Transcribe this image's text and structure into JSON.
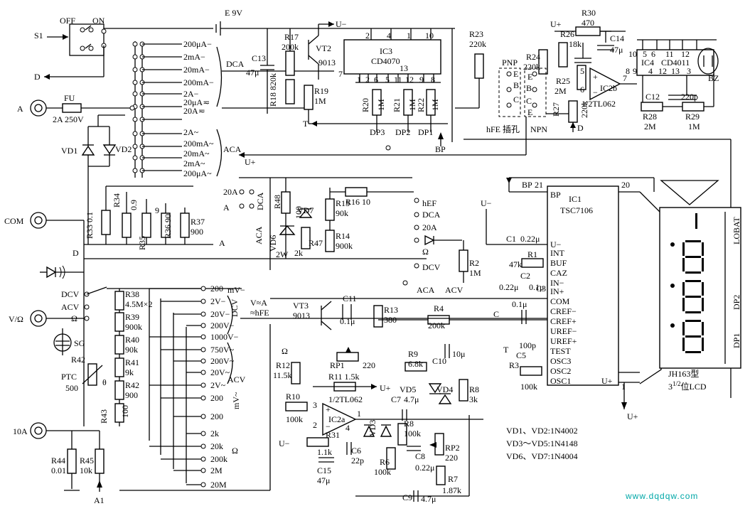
{
  "switches": {
    "s1": "S1",
    "off": "OFF",
    "on": "ON"
  },
  "battery": {
    "label": "E  9V"
  },
  "supply": {
    "u_minus": "U−",
    "u_plus": "U+"
  },
  "function_labels": {
    "d": "D",
    "dca": "DCA",
    "aca": "ACA",
    "dcv": "DCV",
    "acv": "ACV",
    "ohm": "Ω",
    "twenty_a": "20A",
    "a": "A",
    "hfe": "hEF",
    "v_a_hfe": "V≈A",
    "hfe_short": "≈hFE",
    "mv": "mV~"
  },
  "dca_ranges": [
    "200μA−",
    "2mA−",
    "20mA−",
    "200mA−",
    "2A−",
    "20μA≂",
    "20A≂"
  ],
  "aca_ranges": [
    "2A~",
    "200mA~",
    "20mA~",
    "2mA~",
    "200μA~"
  ],
  "volt_ranges": [
    "200",
    "2V−",
    "20V−",
    "200V−",
    "1000V−",
    "750V~",
    "200V~",
    "20V~",
    "2V~",
    "200",
    "200",
    "2k",
    "20k",
    "200k",
    "2M",
    "20M"
  ],
  "range_side_labels": {
    "mv_minus": "mV−",
    "dcv": "DCV",
    "acv": "ACV",
    "mv_ac": "mV~",
    "ohm_side": "Ω"
  },
  "terminals": {
    "a": "A",
    "com": "COM",
    "v_ohm": "V/Ω",
    "ten_a": "10A",
    "a1": "A1",
    "dcv": "DCV",
    "acv": "ACV",
    "ohm": "Ω"
  },
  "fuse": {
    "name": "FU",
    "rating": "2A  250V"
  },
  "components": {
    "vd1": "VD1",
    "vd2": "VD2",
    "vd6": "VD6",
    "vd7": "VD7",
    "vd3": "VD3",
    "vd4": "VD4",
    "vd5": "VD5",
    "r33": "R33  0.1",
    "r34": "R34",
    "r34v": "0.9",
    "r35": "R35",
    "r35v": "9",
    "r36": "R36  90",
    "r37": "R37",
    "r37v": "900",
    "r38": "R38",
    "r38v": "4.5M×2",
    "r39": "R39",
    "r39v": "900k",
    "r40": "R40",
    "r40v": "90k",
    "r41": "R41",
    "r41v": "9k",
    "r42": "R42",
    "r42v": "900",
    "r43": "R43",
    "r43v": "100",
    "r44": "R44",
    "r44v": "0.01",
    "r45": "R45",
    "r45v": "10k",
    "r48": "R48",
    "r48v": "100",
    "r47": "R47",
    "r47v": "2k",
    "vd6_2w": "2W",
    "r15": "R15",
    "r15v": "90k",
    "r16": "R16  10",
    "r14": "R14",
    "r14v": "900k",
    "r2": "R2",
    "r2v": "1M",
    "r17": "R17",
    "r17v": "200k",
    "r18": "R18  820k",
    "r19": "R19",
    "r19v": "1M",
    "vt2": "VT2",
    "vt2v": "9013",
    "c13": "C13",
    "c13v": "47μ",
    "dca_c": "DCA",
    "ic3": "IC3",
    "ic3v": "CD4070",
    "r20": "R20",
    "r20v": "1M",
    "r21": "R21",
    "r21v": "1M",
    "r22": "R22",
    "r22v": "1M",
    "dp3": "DP3",
    "dp2": "DP2",
    "dp1": "DP1",
    "bp": "BP",
    "t": "T",
    "r23": "R23",
    "r23v": "220k",
    "r24": "R24",
    "r24v": "220k",
    "pnp": "PNP",
    "npn": "NPN",
    "hfe_socket": "hFE 插孔",
    "r26": "R26",
    "r26v": "18k",
    "r25": "R25",
    "r25v": "2M",
    "r27": "R27",
    "r27v": "220k",
    "r30": "R30",
    "r30v": "470",
    "c14": "C14",
    "c14v": "47μ",
    "ic2b": "IC2b",
    "ic2bv": "1/2TL062",
    "ic4": "IC4",
    "ic4v": "CD4011",
    "c12": "C12",
    "c12v": "220p",
    "r28": "R28",
    "r28v": "2M",
    "r29": "R29",
    "r29v": "1M",
    "bz": "BZ",
    "vt3": "VT3",
    "vt3v": "9013",
    "c11": "C11",
    "c11v": "0.1μ",
    "r13": "R13",
    "r13v": "380",
    "r4": "R4",
    "r4v": "200k",
    "r12": "R12",
    "r12v": "11.5k",
    "rp1": "RP1",
    "rp1v": "220",
    "r11": "R11  1.5k",
    "ic2a_label": "1/2TL062",
    "r9": "R9",
    "r9v": "6.8k",
    "c10": "C10",
    "c10v": "10μ",
    "r8a": "R8",
    "r8av": "3k",
    "r10": "R10",
    "r10v": "100k",
    "ic2a": "IC2a",
    "r31": "R31",
    "r31v": "1.1k",
    "c15": "C15",
    "c15v": "47μ",
    "c6": "C6",
    "c6v": "22p",
    "c7": "C7",
    "c7v": "4.7μ",
    "r8": "R8",
    "r8v": "100k",
    "r6": "R6",
    "r6v": "100k",
    "c8": "C8",
    "c8v": "0.22μ",
    "rp2": "RP2",
    "rp2v": "220",
    "r7": "R7",
    "r7v": "1.87k",
    "c9": "C9",
    "c9v": "4.7μ",
    "sg": "SG",
    "ptc": "PTC",
    "ptcv": "500",
    "theta": "θ"
  },
  "ic1": {
    "name": "IC1",
    "part": "TSC7106",
    "pin21": "21",
    "pin20": "20",
    "pin1": "1",
    "bp": "BP",
    "c1": "C1",
    "c1v": "0.22μ",
    "r1": "R1",
    "r1v": "47k",
    "c2": "C2",
    "c2v": "0.22μ",
    "c3": "C3",
    "c3v": "0.1μ",
    "c_ref": "C",
    "c_refv": "0.1μ",
    "c5": "C5",
    "c5v": "100p",
    "r3": "R3",
    "r3v": "100k",
    "t": "T",
    "pins": [
      "U−",
      "INT",
      "BUF",
      "CAZ",
      "IN−",
      "IN+",
      "COM",
      "CREF−",
      "CREF+",
      "UREF−",
      "UREF+",
      "TEST",
      "OSC3",
      "OSC2",
      "OSC1"
    ],
    "u_plus": "U+"
  },
  "ic_pins": {
    "ic3_top": [
      "2",
      "4",
      "1",
      "10"
    ],
    "ic3_bottom": [
      "1",
      "2",
      "6",
      "5",
      "11",
      "12",
      "9",
      "8"
    ],
    "ic3_7": "7",
    "ic3_13": "13",
    "ic4_top": [
      "10",
      "5",
      "6",
      "11",
      "12"
    ],
    "ic4_bottom": [
      "8",
      "9",
      "4",
      "12",
      "13",
      "3"
    ],
    "ic2b": [
      "5",
      "6",
      "7"
    ],
    "ic2a": [
      "3",
      "2",
      "1",
      "4"
    ]
  },
  "lcd": {
    "model": "JH163型",
    "format_prefix": "3",
    "format_sup": "1/2",
    "format_suffix": "位LCD",
    "lobat": "LOBAT",
    "dp1": "DP1",
    "dp2": "DP2"
  },
  "notes": [
    "VD1、VD2:1N4002",
    "VD3～VD5:1N4148",
    "VD6、VD7:1N4004"
  ],
  "watermark": "www.dqdqw.com",
  "colors": {
    "ink": "#000000",
    "watermark": "#00a8a8",
    "background": "#ffffff"
  }
}
